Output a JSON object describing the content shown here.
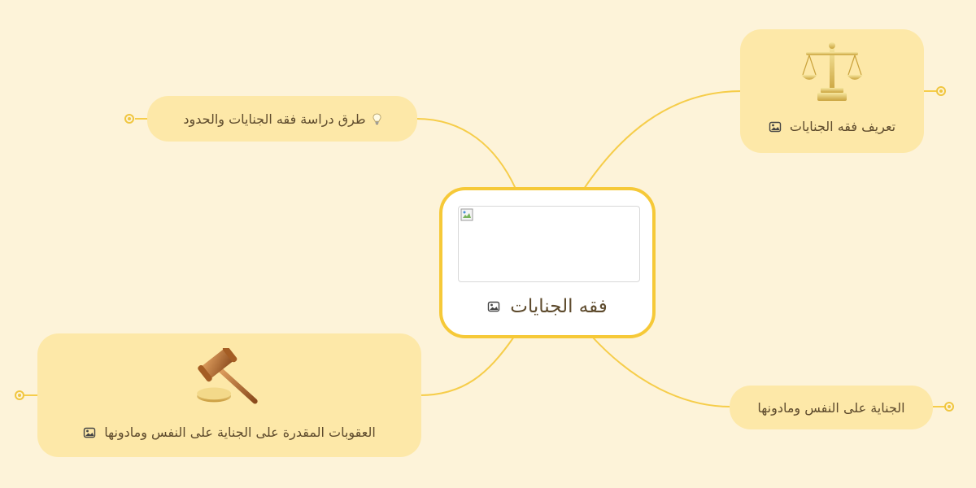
{
  "map": {
    "central": {
      "title": "فقه الجنايات",
      "image": "broken-image",
      "icon": "image-icon"
    },
    "topics": [
      {
        "title": "تعريف فقه الجنايات",
        "icon": "image-icon",
        "image": "scales-of-justice"
      },
      {
        "title": "الجناية على النفس ومادونها"
      },
      {
        "title": "طرق دراسة فقه الجنايات والحدود",
        "icon": "lightbulb-icon"
      },
      {
        "title": "العقوبات المقدرة على الجناية على النفس ومادونها",
        "icon": "image-icon",
        "image": "gavel"
      }
    ]
  },
  "colors": {
    "background": "#fdf3d9",
    "topic_fill": "#fde8a8",
    "branch_line": "#f6c938",
    "text": "#5e4b2d"
  }
}
